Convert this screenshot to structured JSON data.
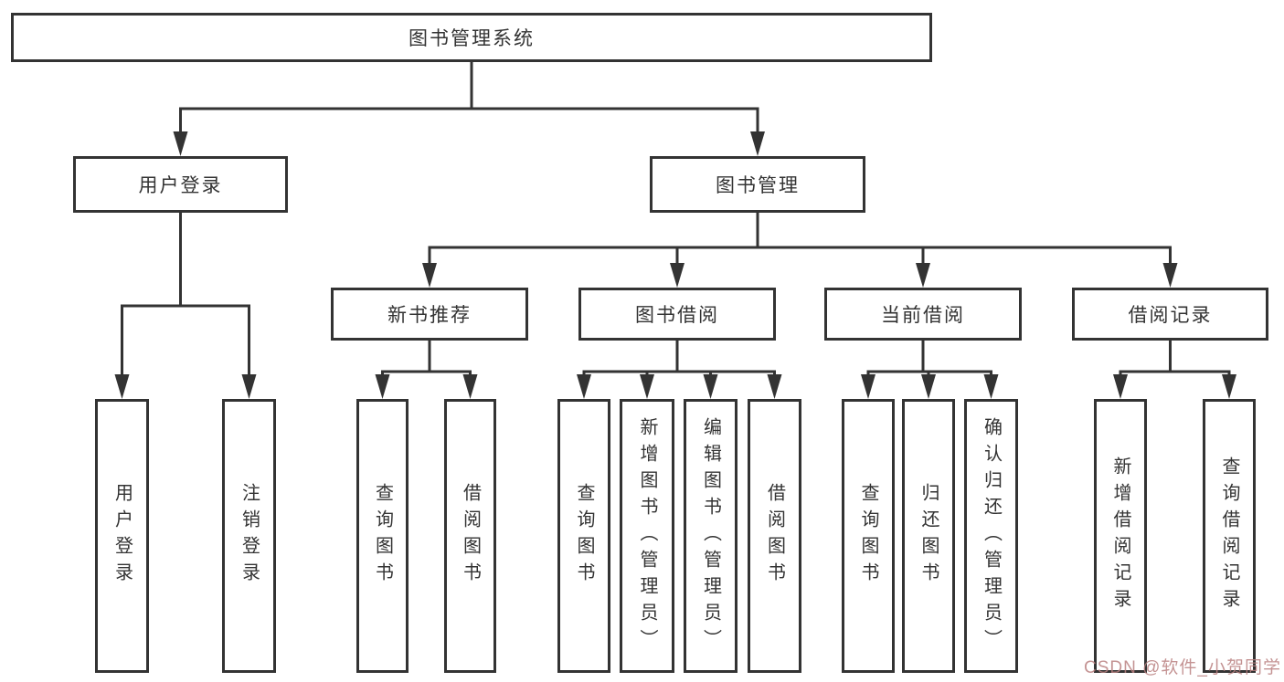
{
  "diagram": {
    "root": {
      "label": "图书管理系统"
    },
    "level2": [
      {
        "label": "用户登录",
        "children": [
          {
            "label": "用户登录"
          },
          {
            "label": "注销登录"
          }
        ]
      },
      {
        "label": "图书管理",
        "children": [
          {
            "label": "新书推荐",
            "children": [
              {
                "label": "查询图书"
              },
              {
                "label": "借阅图书"
              }
            ]
          },
          {
            "label": "图书借阅",
            "children": [
              {
                "label": "查询图书"
              },
              {
                "label": "新增图书（管理员）"
              },
              {
                "label": "编辑图书（管理员）"
              },
              {
                "label": "借阅图书"
              }
            ]
          },
          {
            "label": "当前借阅",
            "children": [
              {
                "label": "查询图书"
              },
              {
                "label": "归还图书"
              },
              {
                "label": "确认归还（管理员）"
              }
            ]
          },
          {
            "label": "借阅记录",
            "children": [
              {
                "label": "新增借阅记录"
              },
              {
                "label": "查询借阅记录"
              }
            ]
          }
        ]
      }
    ]
  },
  "watermark": {
    "text": "CSDN @软件_小贺同学"
  },
  "colors": {
    "line": "#333333",
    "box_background": "#ffffff",
    "text": "#333333",
    "watermark": "#ba8080"
  }
}
